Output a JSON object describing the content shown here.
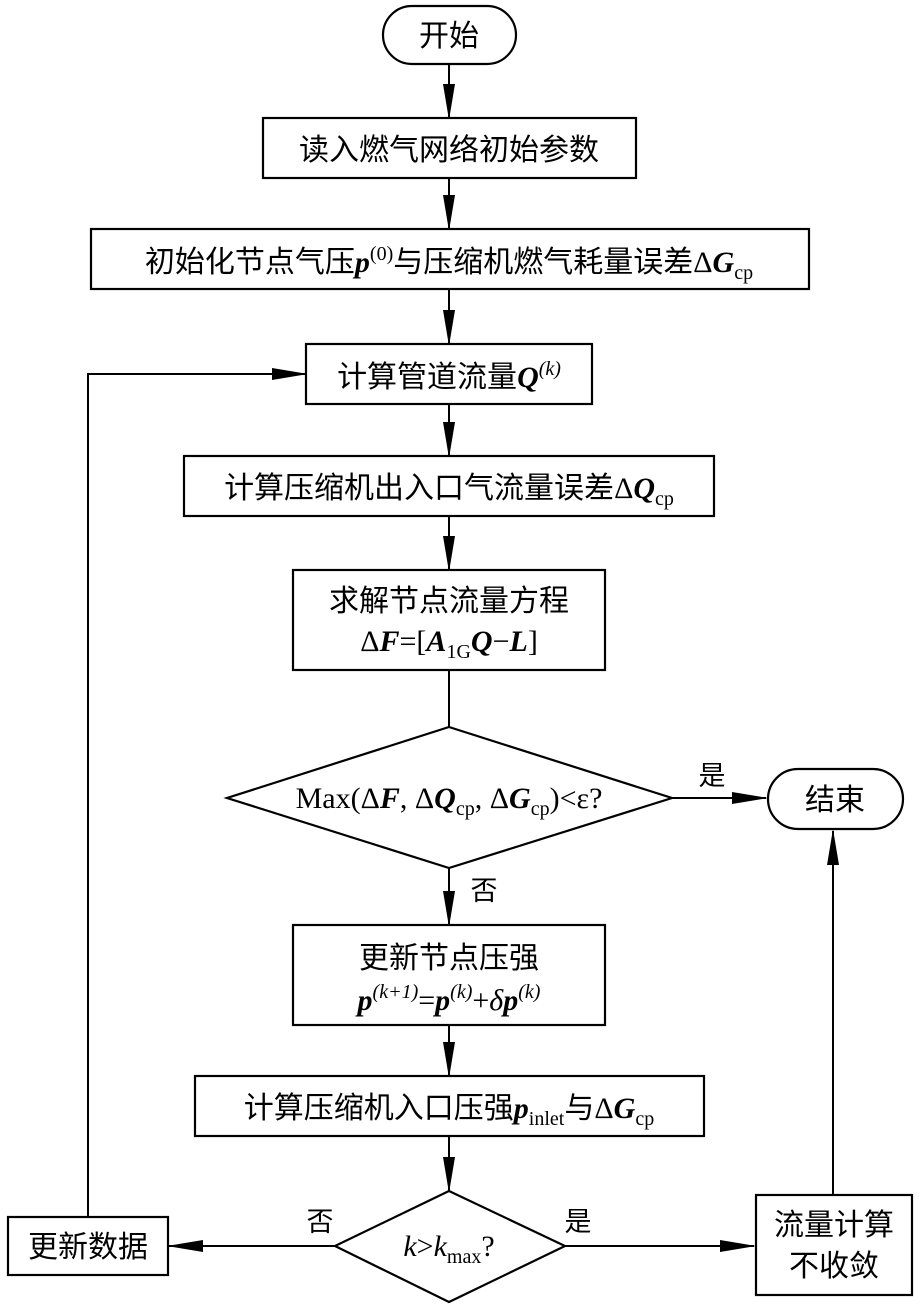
{
  "diagram": {
    "type": "flowchart",
    "nodes": {
      "start": {
        "label": "开始",
        "shape": "terminator"
      },
      "read_params": {
        "label": "读入燃气网络初始参数",
        "shape": "process"
      },
      "init": {
        "label": "初始化节点气压",
        "var_p": "p",
        "sup_0": "(0)",
        "mid": "与压缩机燃气耗量误差",
        "delta": "Δ",
        "var_G": "G",
        "sub_cp": "cp",
        "shape": "process"
      },
      "calc_flow": {
        "label": "计算管道流量",
        "var_Q": "Q",
        "sup_k": "(k)",
        "shape": "process"
      },
      "calc_comp_err": {
        "label": "计算压缩机出入口气流量误差",
        "delta": "Δ",
        "var_Q": "Q",
        "sub_cp": "cp",
        "shape": "process"
      },
      "solve": {
        "label": "求解节点流量方程",
        "eq_delta": "Δ",
        "eq_F": "F",
        "eq_eq": "=[",
        "eq_A": "A",
        "eq_sub": "1G",
        "eq_Q": "Q",
        "eq_minus": "−",
        "eq_L": "L",
        "eq_close": "]",
        "shape": "process"
      },
      "check_conv": {
        "prefix": "Max(",
        "d1": "Δ",
        "F": "F",
        "sep1": ", ",
        "d2": "Δ",
        "Q": "Q",
        "cp1": "cp",
        "sep2": ", ",
        "d3": "Δ",
        "G": "G",
        "cp2": "cp",
        "suffix": ")<ε?",
        "shape": "decision"
      },
      "end": {
        "label": "结束",
        "shape": "terminator"
      },
      "update_pressure": {
        "label": "更新节点压强",
        "p1": "p",
        "sup1": "(k+1)",
        "eq": "=",
        "p2": "p",
        "sup2": "(k)",
        "plus": "+",
        "delta": "δ",
        "p3": "p",
        "sup3": "(k)",
        "shape": "process"
      },
      "calc_inlet": {
        "label": "计算压缩机入口压强",
        "var_p": "p",
        "sub_inlet": "inlet",
        "mid": "与",
        "delta": "Δ",
        "var_G": "G",
        "sub_cp": "cp",
        "shape": "process"
      },
      "check_k": {
        "k1": "k",
        "gt": ">",
        "k2": "k",
        "sub_max": "max",
        "q": "?",
        "shape": "decision"
      },
      "update_data": {
        "label": "更新数据",
        "shape": "process"
      },
      "not_converge": {
        "line1": "流量计算",
        "line2": "不收敛",
        "shape": "process"
      }
    },
    "edge_labels": {
      "conv_yes": "是",
      "conv_no": "否",
      "k_no": "否",
      "k_yes": "是"
    },
    "edges": [
      [
        "start",
        "read_params"
      ],
      [
        "read_params",
        "init"
      ],
      [
        "init",
        "calc_flow"
      ],
      [
        "calc_flow",
        "calc_comp_err"
      ],
      [
        "calc_comp_err",
        "solve"
      ],
      [
        "solve",
        "check_conv"
      ],
      [
        "check_conv",
        "end",
        "是"
      ],
      [
        "check_conv",
        "update_pressure",
        "否"
      ],
      [
        "update_pressure",
        "calc_inlet"
      ],
      [
        "calc_inlet",
        "check_k"
      ],
      [
        "check_k",
        "update_data",
        "否"
      ],
      [
        "check_k",
        "not_converge",
        "是"
      ],
      [
        "update_data",
        "calc_flow"
      ],
      [
        "not_converge",
        "end"
      ]
    ]
  }
}
